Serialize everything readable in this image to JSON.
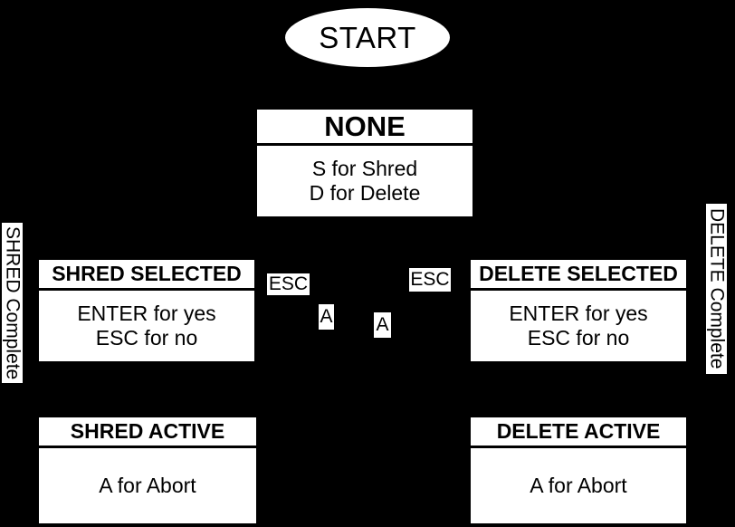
{
  "diagram": {
    "colors": {
      "background": "#000000",
      "node_fill": "#ffffff",
      "node_text": "#000000",
      "separator": "#000000"
    },
    "start": {
      "label": "START"
    },
    "nodes": {
      "none": {
        "title": "NONE",
        "line1": "S for Shred",
        "line2": "D for Delete"
      },
      "shred_selected": {
        "title": "SHRED SELECTED",
        "line1": "ENTER for yes",
        "line2": "ESC for no"
      },
      "delete_selected": {
        "title": "DELETE SELECTED",
        "line1": "ENTER for yes",
        "line2": "ESC for no"
      },
      "shred_active": {
        "title": "SHRED ACTIVE",
        "line1": "A for Abort"
      },
      "delete_active": {
        "title": "DELETE ACTIVE",
        "line1": "A for Abort"
      }
    },
    "edge_labels": {
      "esc_left": "ESC",
      "esc_right": "ESC",
      "a_left": "A",
      "a_right": "A"
    },
    "side_labels": {
      "shred_complete": "SHRED Complete",
      "delete_complete": "DELETE Complete"
    }
  }
}
